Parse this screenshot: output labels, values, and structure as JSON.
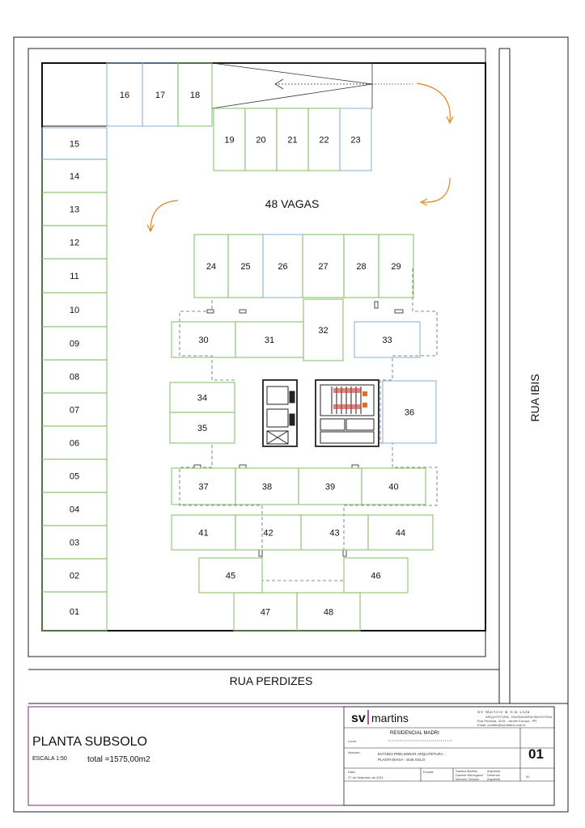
{
  "drawing": {
    "vagas_label": "48 VAGAS",
    "street_bottom": "RUA PERDIZES",
    "street_right": "RUA IBIS",
    "stalls": [
      {
        "n": "01",
        "color": "green"
      },
      {
        "n": "02",
        "color": "green"
      },
      {
        "n": "03",
        "color": "green"
      },
      {
        "n": "04",
        "color": "green"
      },
      {
        "n": "05",
        "color": "green"
      },
      {
        "n": "06",
        "color": "green"
      },
      {
        "n": "07",
        "color": "green"
      },
      {
        "n": "08",
        "color": "green"
      },
      {
        "n": "09",
        "color": "green"
      },
      {
        "n": "10",
        "color": "green"
      },
      {
        "n": "11",
        "color": "green"
      },
      {
        "n": "12",
        "color": "green"
      },
      {
        "n": "13",
        "color": "green"
      },
      {
        "n": "14",
        "color": "green"
      },
      {
        "n": "15",
        "color": "blue"
      },
      {
        "n": "16",
        "color": "blue"
      },
      {
        "n": "17",
        "color": "blue"
      },
      {
        "n": "18",
        "color": "green"
      },
      {
        "n": "19",
        "color": "green"
      },
      {
        "n": "20",
        "color": "green"
      },
      {
        "n": "21",
        "color": "green"
      },
      {
        "n": "22",
        "color": "green"
      },
      {
        "n": "23",
        "color": "blue"
      },
      {
        "n": "24",
        "color": "green"
      },
      {
        "n": "25",
        "color": "green"
      },
      {
        "n": "26",
        "color": "blue"
      },
      {
        "n": "27",
        "color": "green"
      },
      {
        "n": "28",
        "color": "green"
      },
      {
        "n": "29",
        "color": "green"
      },
      {
        "n": "30",
        "color": "green"
      },
      {
        "n": "31",
        "color": "green"
      },
      {
        "n": "32",
        "color": "green"
      },
      {
        "n": "33",
        "color": "blue"
      },
      {
        "n": "34",
        "color": "green"
      },
      {
        "n": "35",
        "color": "green"
      },
      {
        "n": "36",
        "color": "blue"
      },
      {
        "n": "37",
        "color": "green"
      },
      {
        "n": "38",
        "color": "green"
      },
      {
        "n": "39",
        "color": "green"
      },
      {
        "n": "40",
        "color": "green"
      },
      {
        "n": "41",
        "color": "green"
      },
      {
        "n": "42",
        "color": "green"
      },
      {
        "n": "43",
        "color": "green"
      },
      {
        "n": "44",
        "color": "green"
      },
      {
        "n": "45",
        "color": "green"
      },
      {
        "n": "46",
        "color": "green"
      },
      {
        "n": "47",
        "color": "green"
      },
      {
        "n": "48",
        "color": "green"
      }
    ]
  },
  "title_block": {
    "plan_title": "PLANTA SUBSOLO",
    "scale": "ESCALA 1:50",
    "total": "total =1575,00m2",
    "logo_sv": "sv",
    "logo_martins": "martins",
    "company_name": "SV Martins & Cia Ltda",
    "company_line1": "ARQUITETURA - ENGENHARIA INDUSTRIAL",
    "company_line2": "Rua Pedrosa, 3125 - Jardim Europa - PR",
    "company_line3": "Email: contato@svmartins.com.br",
    "project": "RESIDENCIAL MADRI",
    "label_local": "Local:",
    "label_assunto": "Assunto:",
    "assunto_line1": "ESTUDO PRELIMINAR ARQUITETURA",
    "assunto_line2": "PLANTA BAIXA - SUB SOLO",
    "label_data": "Data:",
    "date": "27 de Setembro de 2011",
    "label_escala": "Escala:",
    "responsible1": "Sandra Martins",
    "responsible2": "Daniele Menegazzi",
    "responsible3": "Marcelo Gessler",
    "role1": "Arquiteta",
    "role2": "Desenho",
    "role3": "Arquiteta",
    "sheet_number": "01",
    "revision": "00"
  },
  "colors": {
    "green": "#8cc26e",
    "blue": "#8fb8d8",
    "arrow": "#d9891f",
    "logo_purple": "#7a2b7e"
  }
}
